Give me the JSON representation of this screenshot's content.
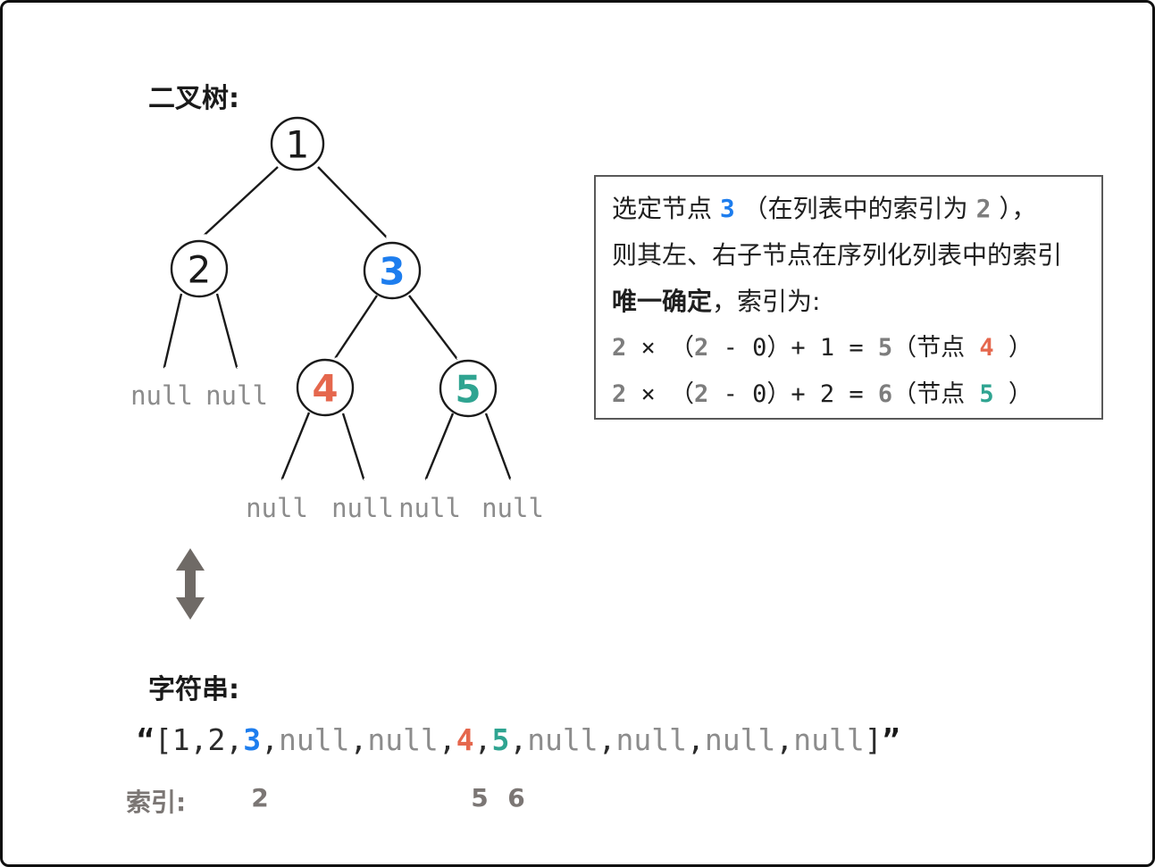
{
  "colors": {
    "blue": "#1d7dee",
    "orange": "#e5674d",
    "teal": "#2fa491",
    "null_gray": "#8c8c8c",
    "formula_num_gray": "#7d7d7d",
    "index_gray": "#7b7674",
    "updown_arrow_gray": "#6f6a66",
    "box_border": "#595959"
  },
  "tree": {
    "title": "二叉树:",
    "nodes": [
      {
        "label": "1",
        "color": "black"
      },
      {
        "label": "2",
        "color": "black"
      },
      {
        "label": "3",
        "color": "blue"
      },
      {
        "label": "4",
        "color": "orange"
      },
      {
        "label": "5",
        "color": "teal"
      }
    ],
    "nulls": [
      "null",
      "null",
      "null",
      "null",
      "null",
      "null"
    ]
  },
  "info_box": {
    "line1": {
      "t1": "选定节点 ",
      "v1": "3",
      "t2": " （在列表中的索引为 ",
      "v2": "2",
      "t3": " ），"
    },
    "line2": "则其左、右子节点在序列化列表中的索引",
    "line3": {
      "bold": "唯一确定",
      "rest": "，索引为:"
    },
    "line4": {
      "a": "2",
      "b": " × （",
      "c": "2",
      "d": " - 0）+ 1 = ",
      "e": "5",
      "f": "（节点 ",
      "g": "4",
      "h": " ）"
    },
    "line5": {
      "a": "2",
      "b": " × （",
      "c": "2",
      "d": " - 0）+ 2 = ",
      "e": "6",
      "f": "（节点 ",
      "g": "5",
      "h": " ）"
    }
  },
  "string_section": {
    "label": "字符串:",
    "tokens": [
      "“",
      "[1,2,",
      "3",
      ",",
      "null",
      ",",
      "null",
      ",",
      "4",
      ",",
      "5",
      ",",
      "null",
      ",",
      "null",
      ",",
      "null",
      ",",
      "null",
      "]",
      "”"
    ]
  },
  "index_row": {
    "label": "索引:",
    "i1": "2",
    "i2": "5",
    "i3": "6"
  }
}
